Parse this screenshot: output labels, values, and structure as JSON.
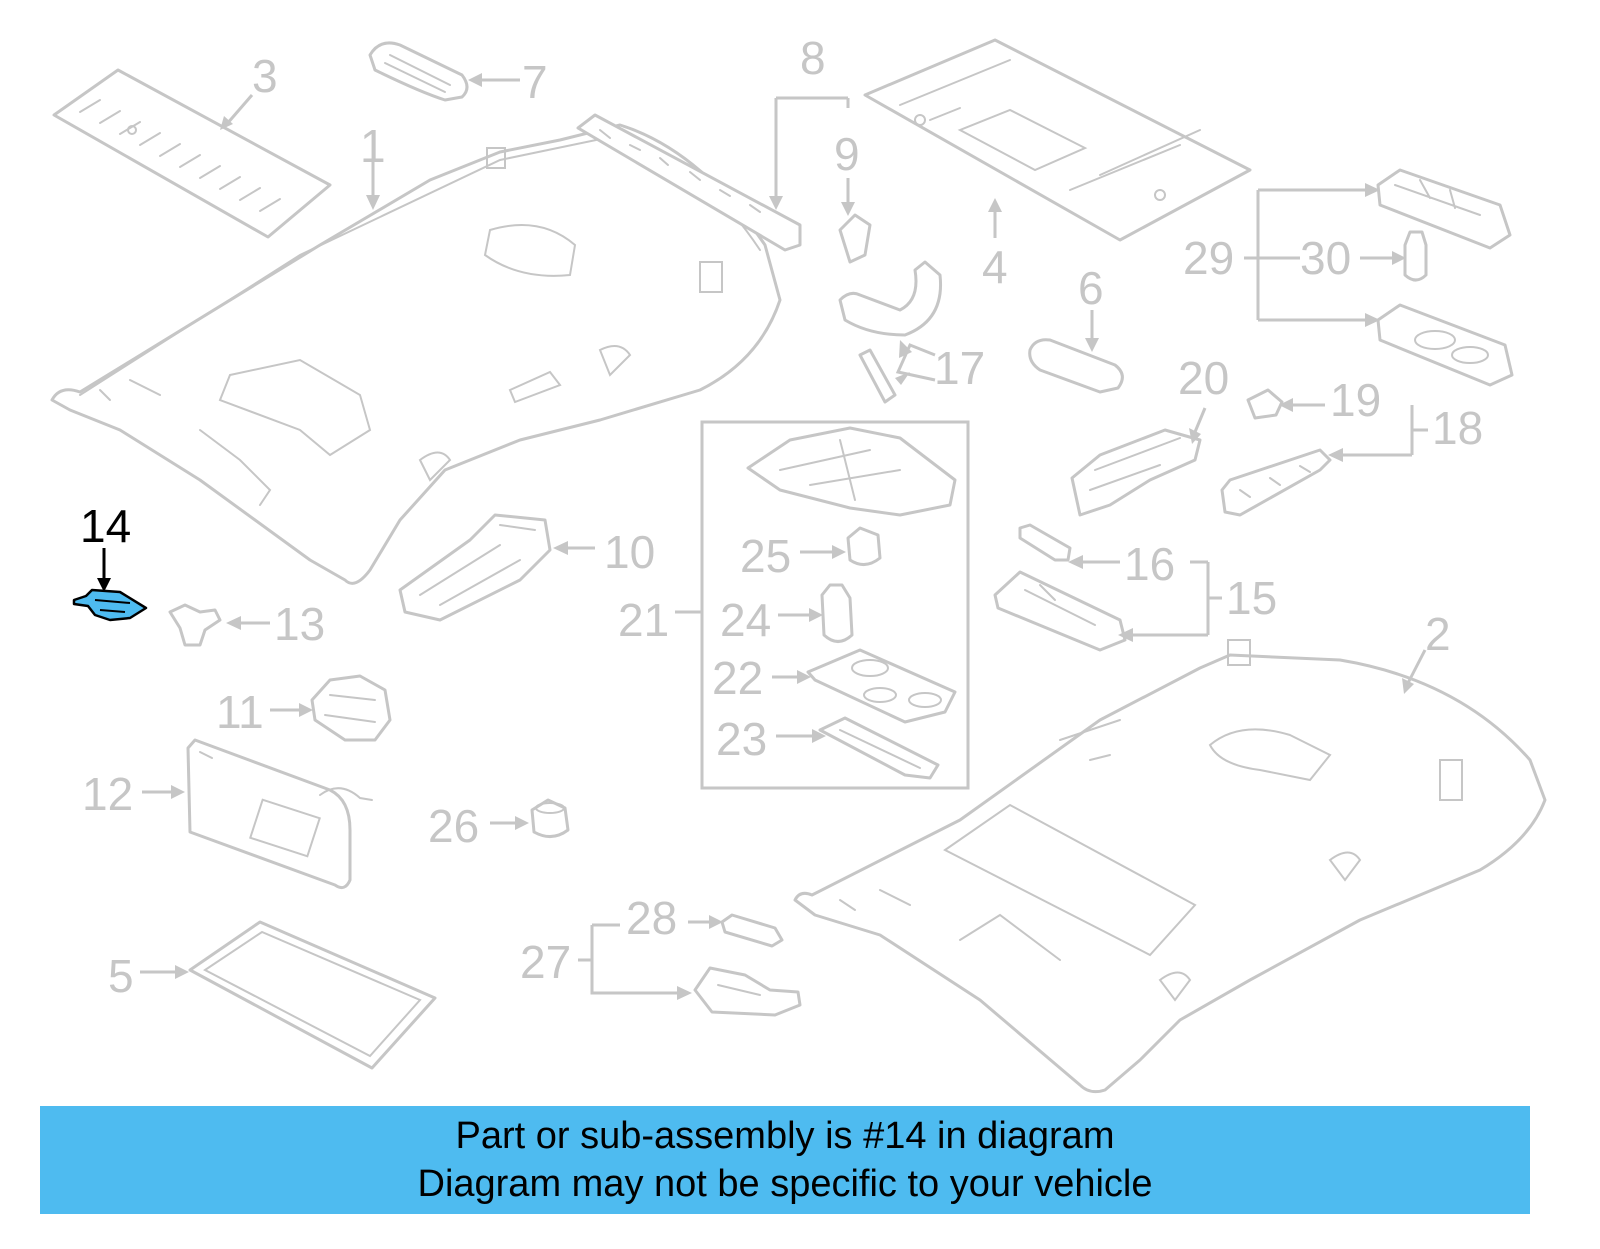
{
  "diagram": {
    "highlight_color": "#4ebbf0",
    "part_color": "#c6c6c6",
    "highlighted_callout": "14",
    "callouts": {
      "c1": "1",
      "c2": "2",
      "c3": "3",
      "c4": "4",
      "c5": "5",
      "c6": "6",
      "c7": "7",
      "c8": "8",
      "c9": "9",
      "c10": "10",
      "c11": "11",
      "c12": "12",
      "c13": "13",
      "c14": "14",
      "c15": "15",
      "c16": "16",
      "c17": "17",
      "c18": "18",
      "c19": "19",
      "c20": "20",
      "c21": "21",
      "c22": "22",
      "c23": "23",
      "c24": "24",
      "c25": "25",
      "c26": "26",
      "c27": "27",
      "c28": "28",
      "c29": "29",
      "c30": "30"
    }
  },
  "banner": {
    "line1": "Part or sub-assembly is #14 in diagram",
    "line2": "Diagram may not be specific to your vehicle",
    "background": "#4ebbf0"
  }
}
